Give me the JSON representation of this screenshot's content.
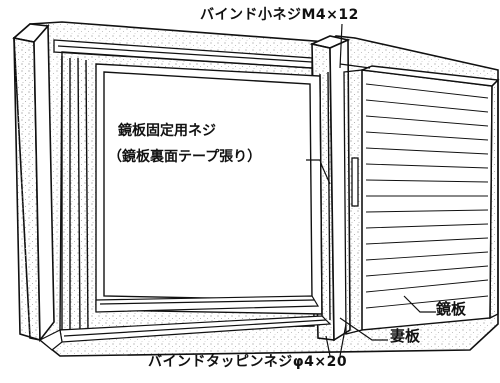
{
  "labels": {
    "bind_machine_screw": "バインド小ネジM4×12",
    "mirror_screw_line1": "鏡板固定用ネジ",
    "mirror_screw_line2": "（鏡板裏面テープ張り）",
    "mirror_panel": "鏡板",
    "end_panel": "妻板",
    "bind_tapping_screw": "バインドタッピンネジφ4×20"
  },
  "colors": {
    "ink": "#111111",
    "paper": "#ffffff",
    "stipple": "#9a9a9a"
  }
}
